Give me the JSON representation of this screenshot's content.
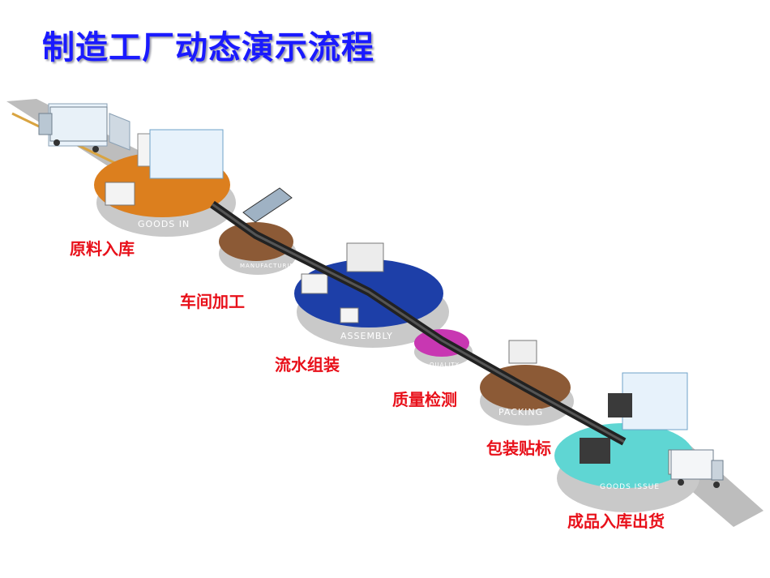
{
  "title": "制造工厂动态演示流程",
  "stages": [
    {
      "label": "原料入库",
      "station": "GOODS IN",
      "color": "#dc7f1e"
    },
    {
      "label": "车间加工",
      "station": "MANUFACTURING",
      "color": "#8c5a36"
    },
    {
      "label": "流水组装",
      "station": "ASSEMBLY",
      "color": "#1d3fa8"
    },
    {
      "label": "质量检测",
      "station": "QUALITY",
      "color": "#c837b2"
    },
    {
      "label": "包装贴标",
      "station": "PACKING",
      "color": "#8c5a36"
    },
    {
      "label": "成品入库出货",
      "station": "GOODS ISSUE",
      "color": "#5fd6d3"
    }
  ]
}
